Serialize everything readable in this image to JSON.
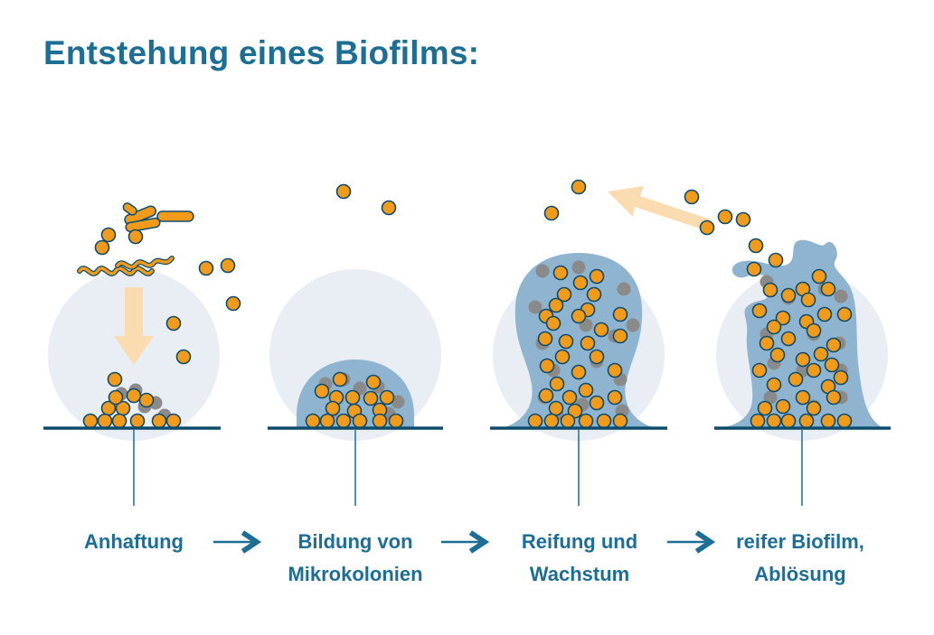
{
  "title": "Entstehung eines Biofilms:",
  "colors": {
    "title": "#1d6e95",
    "label": "#1d6e95",
    "surface": "#0e4c6d",
    "bacteria": "#f29a1a",
    "halo": "#e9eef5",
    "matrix": "#8eb4cf",
    "flow_arrow": "#fbdbb0"
  },
  "stages": [
    {
      "id": "anhaftung",
      "label": "Anhaftung"
    },
    {
      "id": "mikrokolonien",
      "label": "Bildung von\nMikrokolonien"
    },
    {
      "id": "reifung",
      "label": "Reifung und\nWachstum"
    },
    {
      "id": "abloesung",
      "label": "reifer Biofilm,\nAblösung"
    }
  ]
}
